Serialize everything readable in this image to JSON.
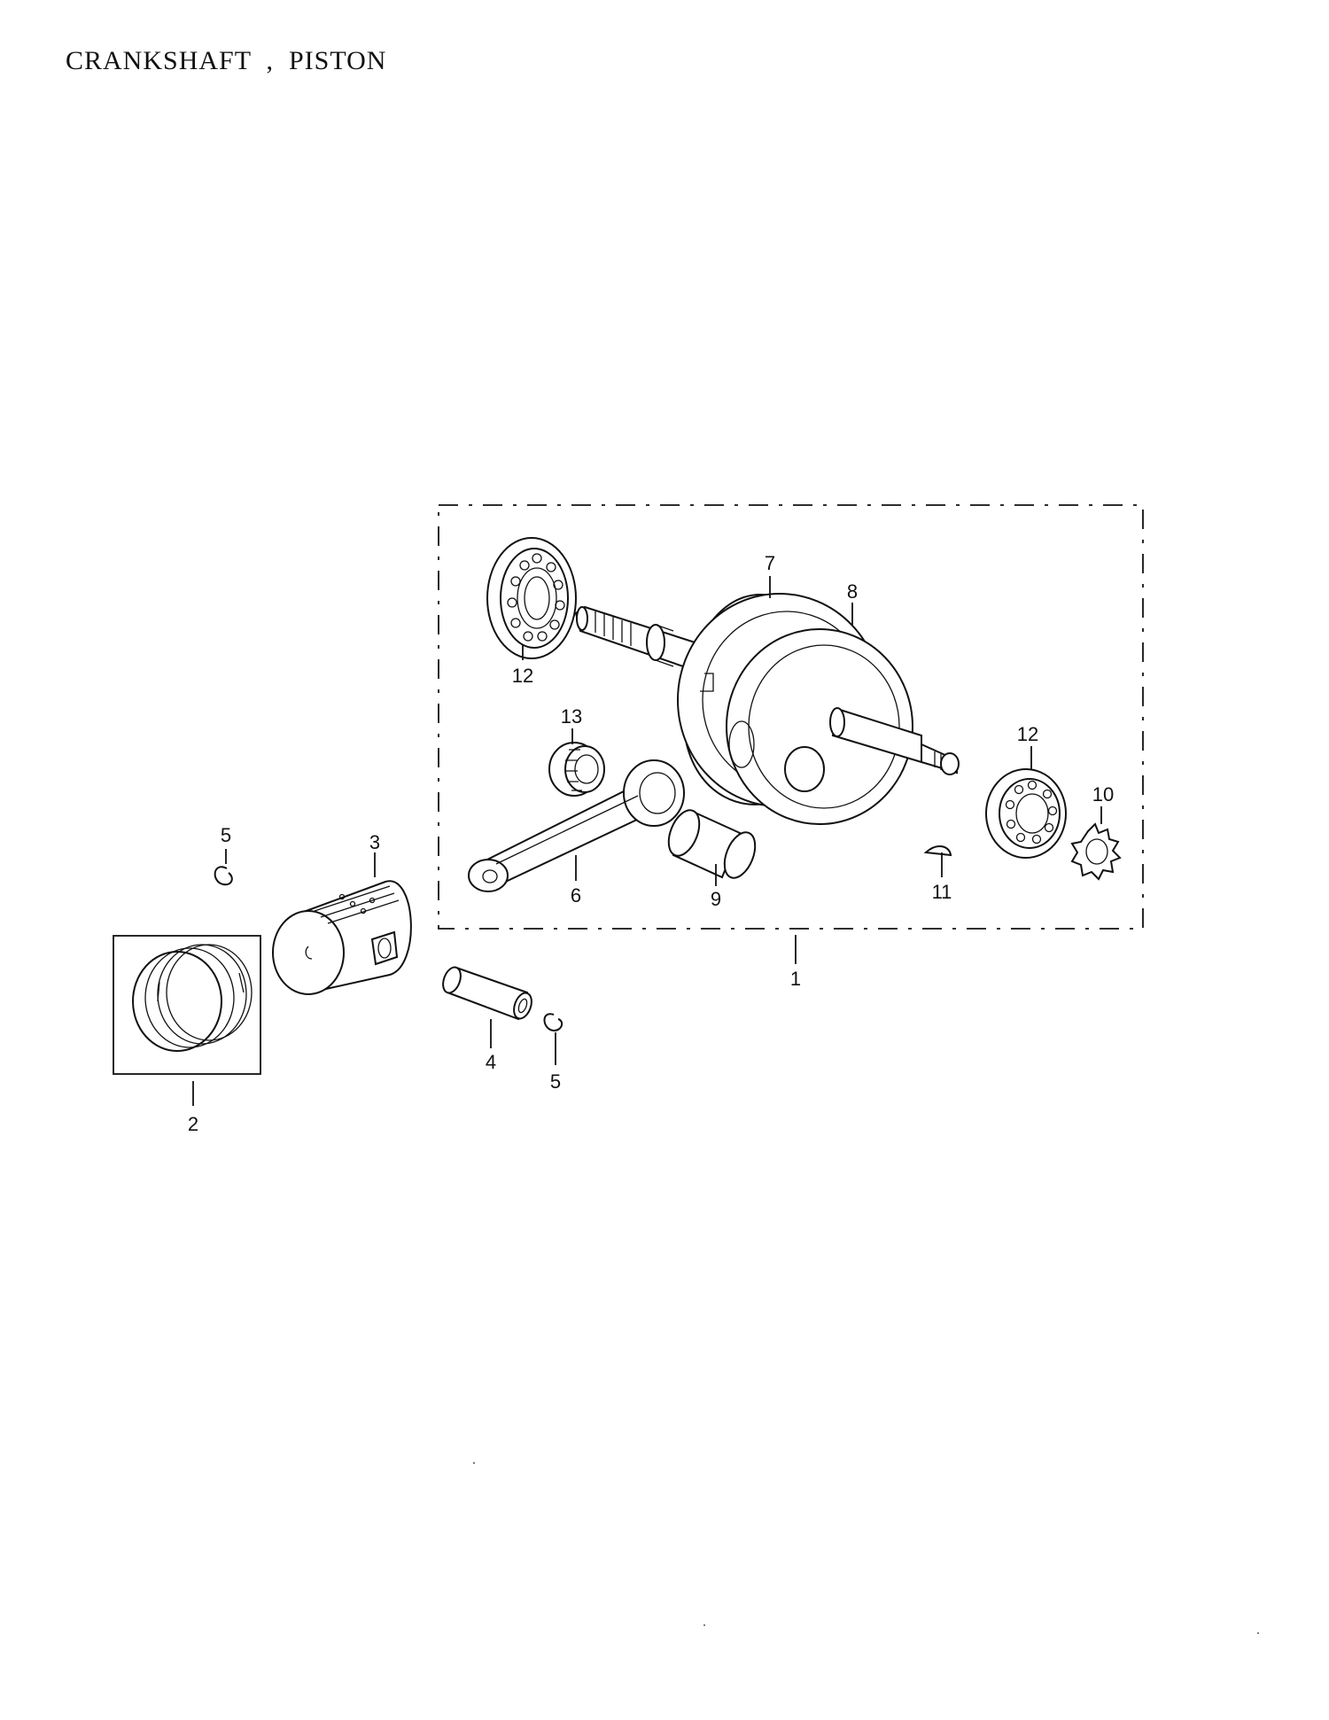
{
  "title": "CRANKSHAFT  ,  PISTON",
  "callouts": {
    "crankshaft_assy": "1",
    "piston_ring_set": "2",
    "piston": "3",
    "piston_pin": "4",
    "clip_upper": "5",
    "clip_lower": "5",
    "connecting_rod": "6",
    "crank_left": "7",
    "crank_right": "8",
    "crank_pin": "9",
    "drive_gear": "10",
    "woodruff_key": "11",
    "bearing_left": "12",
    "bearing_right": "12",
    "needle_bearing": "13"
  }
}
